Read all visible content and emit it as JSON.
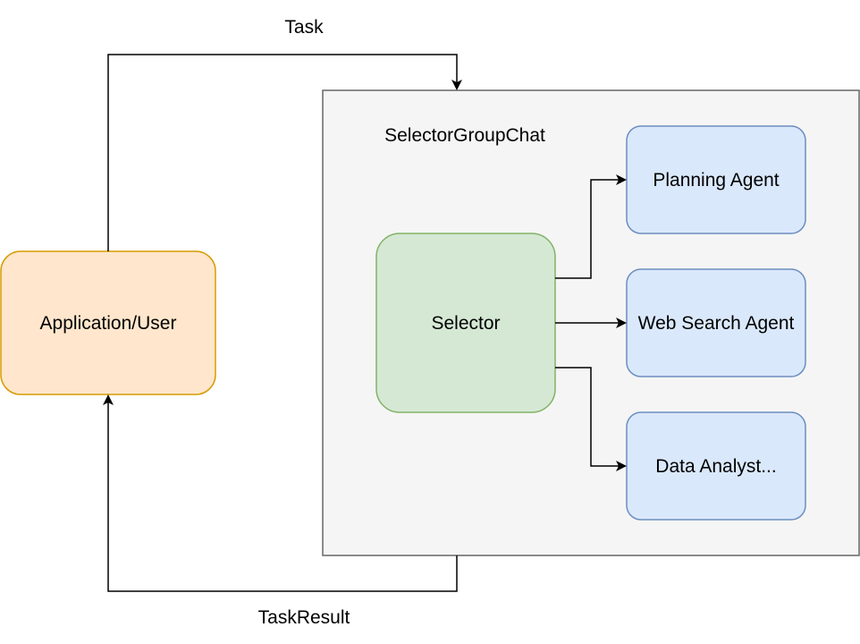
{
  "labels": {
    "task": "Task",
    "task_result": "TaskResult",
    "group": "SelectorGroupChat",
    "user": "Application/User",
    "selector": "Selector",
    "planning": "Planning Agent",
    "web_search": "Web Search Agent",
    "data_analyst": "Data Analyst..."
  },
  "colors": {
    "user_fill": "#ffe6cc",
    "user_stroke": "#d79b00",
    "selector_fill": "#d5e8d4",
    "selector_stroke": "#82b366",
    "agent_fill": "#dae8fc",
    "agent_stroke": "#6c8ebf",
    "group_fill": "#f5f5f5",
    "group_stroke": "#666666",
    "edge": "#000000"
  }
}
